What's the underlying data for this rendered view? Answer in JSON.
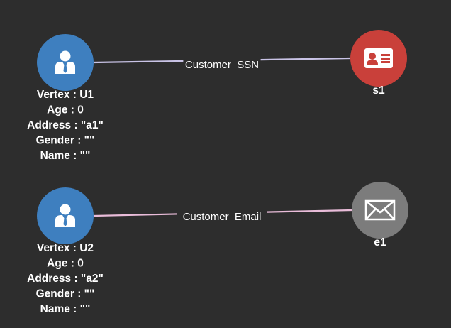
{
  "colors": {
    "background": "#2d2d2d",
    "customer_node": "#3e7fbf",
    "ssn_node": "#c9403a",
    "email_node": "#7c7c7c",
    "edge_ssn": "#c9c3e6",
    "edge_email": "#e9bcd9",
    "text": "#ffffff"
  },
  "nodes": [
    {
      "id": "U1",
      "icon": "user-icon",
      "color_key": "customer_node",
      "labels": [
        "Vertex : U1",
        "Age : 0",
        "Address : \"a1\"",
        "Gender : \"\"",
        "Name : \"\""
      ]
    },
    {
      "id": "s1",
      "icon": "id-card-icon",
      "color_key": "ssn_node",
      "labels": [
        "s1"
      ]
    },
    {
      "id": "U2",
      "icon": "user-icon",
      "color_key": "customer_node",
      "labels": [
        "Vertex : U2",
        "Age : 0",
        "Address : \"a2\"",
        "Gender : \"\"",
        "Name : \"\""
      ]
    },
    {
      "id": "e1",
      "icon": "envelope-icon",
      "color_key": "email_node",
      "labels": [
        "e1"
      ]
    }
  ],
  "edges": [
    {
      "from": "U1",
      "to": "s1",
      "label": "Customer_SSN",
      "color_key": "edge_ssn"
    },
    {
      "from": "U2",
      "to": "e1",
      "label": "Customer_Email",
      "color_key": "edge_email"
    }
  ]
}
